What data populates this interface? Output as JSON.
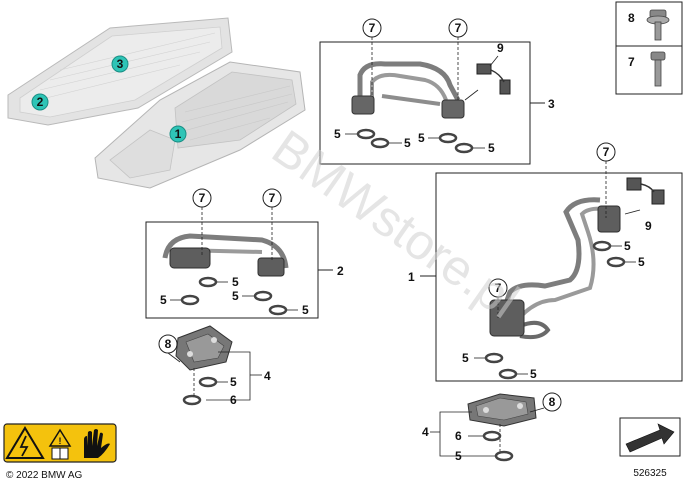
{
  "diagram": {
    "watermark": "BMWstore.pl",
    "copyright": "© 2022 BMW AG",
    "image_number": "526325",
    "callouts": {
      "one": "1",
      "two": "2",
      "three": "3",
      "four": "4",
      "five": "5",
      "six": "6",
      "seven": "7",
      "eight": "8",
      "nine": "9"
    },
    "badges": {
      "one": "1",
      "two": "2",
      "three": "3"
    },
    "legend": {
      "item8": "8",
      "item7": "7"
    },
    "colors": {
      "frame": "#222222",
      "part_gray": "#8a8a8a",
      "part_dark": "#555555",
      "tray_gray": "#e3e3e3",
      "badge_teal": "#2ec4b6",
      "warning_yellow": "#f4c20d"
    },
    "icons": [
      "high-voltage-warning-icon",
      "read-manual-icon",
      "protective-gloves-icon",
      "arrow-icon"
    ]
  }
}
